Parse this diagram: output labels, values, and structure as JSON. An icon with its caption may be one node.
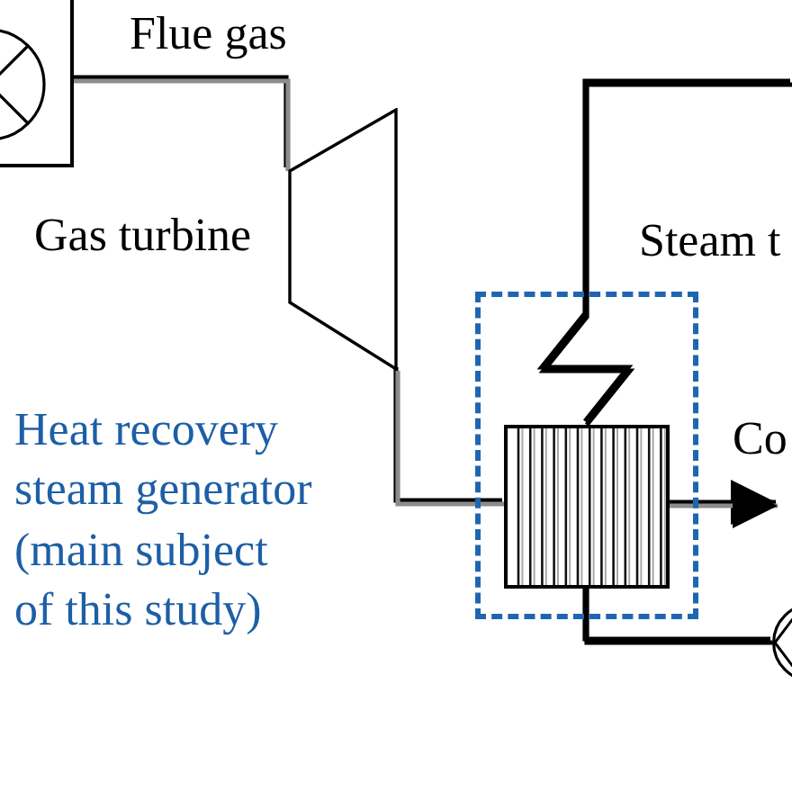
{
  "diagram": {
    "nodes": [
      {
        "text": [],
        "shape": "box"
      },
      {
        "text": [
          "Gas turbine"
        ]
      },
      {
        "text": [],
        "shape": "box"
      },
      {
        "text": [],
        "shape": "box",
        "in": 2
      },
      {
        "text": [],
        "shape": "circle"
      }
    ],
    "edges": [
      {
        "from": 0,
        "to": 1,
        "arrow": "none",
        "label": "Flue gas"
      },
      {
        "from": 1,
        "to": 3,
        "arrow": "none"
      },
      {
        "from": 3,
        "to": null,
        "arrow": "to"
      },
      {
        "from": 3,
        "to": null,
        "arrow": "none",
        "color": "#000000"
      },
      {
        "from": 3,
        "to": 4,
        "arrow": "none",
        "color": "#000000"
      }
    ],
    "labels": [
      "Steam t",
      "Heat recovery steam generator (main subject of this study)",
      "Co"
    ]
  }
}
